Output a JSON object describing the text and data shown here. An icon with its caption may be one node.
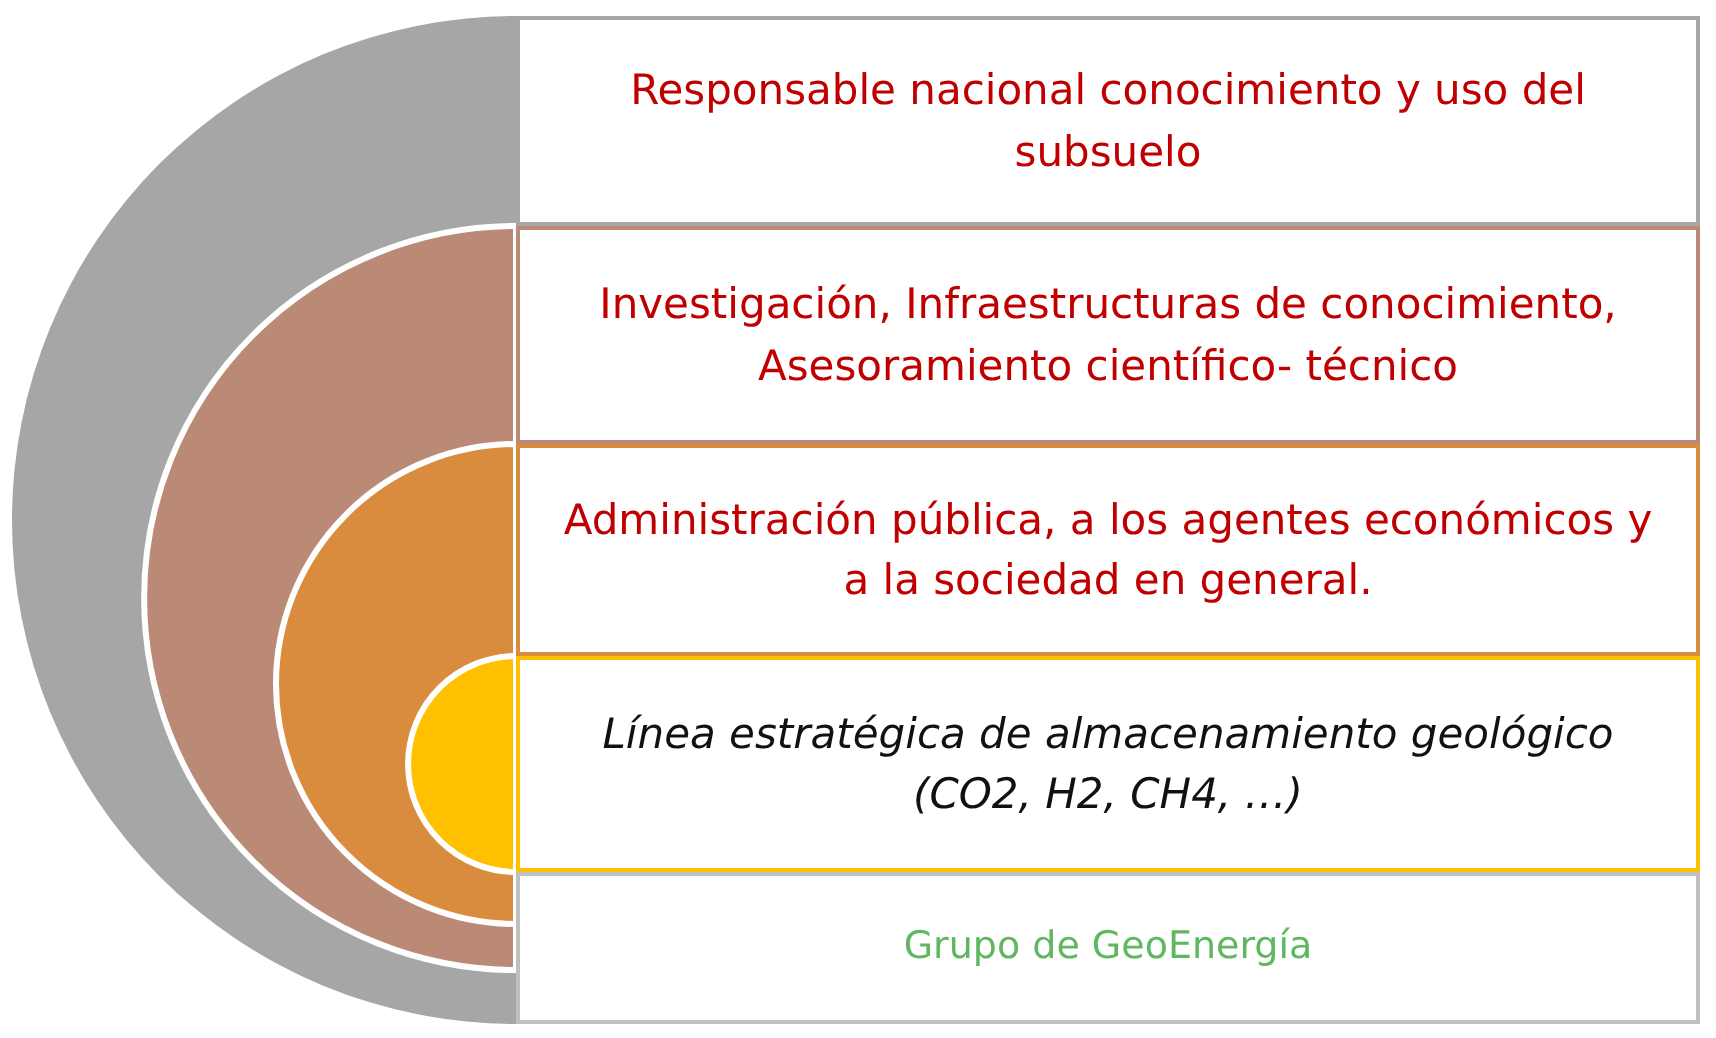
{
  "diagram": {
    "nodes": [
      {
        "text": [
          "Responsable nacional conocimiento y uso del subsuelo"
        ]
      },
      {
        "text": [
          "Investigación, Infraestructuras de conocimiento, Asesoramiento científico- técnico"
        ]
      },
      {
        "text": [
          "Administración pública, a los agentes económicos y a la sociedad en general."
        ]
      },
      {
        "text": [
          "Línea estratégica de almacenamiento geológico (CO2, H2, CH4, …)"
        ]
      },
      {
        "text": [
          "Grupo de GeoEnergía"
        ]
      }
    ]
  }
}
